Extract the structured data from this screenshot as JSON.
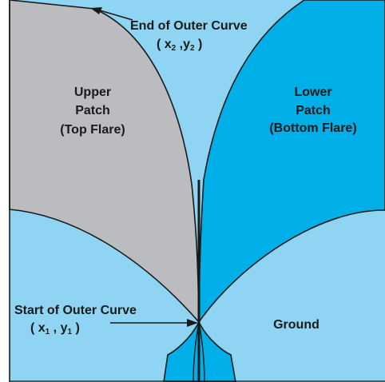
{
  "labels": {
    "upper_patch": [
      "Upper",
      "Patch",
      "(Top Flare)"
    ],
    "lower_patch": [
      "Lower",
      "Patch",
      "(Bottom Flare)"
    ],
    "ground": "Ground",
    "end_curve": {
      "title_bold": "End",
      "title_rest": " of Outer Curve",
      "open": "( x",
      "sub_x": "2",
      "sep": " ,y",
      "sub_y": "2",
      "close": " )"
    },
    "start_curve": {
      "title": "Start of Outer Curve",
      "open": "( x",
      "sub_x": "1",
      "sep": " , y",
      "sub_y": "1",
      "close": " )"
    }
  },
  "colors": {
    "light_blue": "#8fd4f3",
    "gray": "#bbbcc0",
    "bright_blue": "#00aee8",
    "outline": "#1a1a1a"
  }
}
